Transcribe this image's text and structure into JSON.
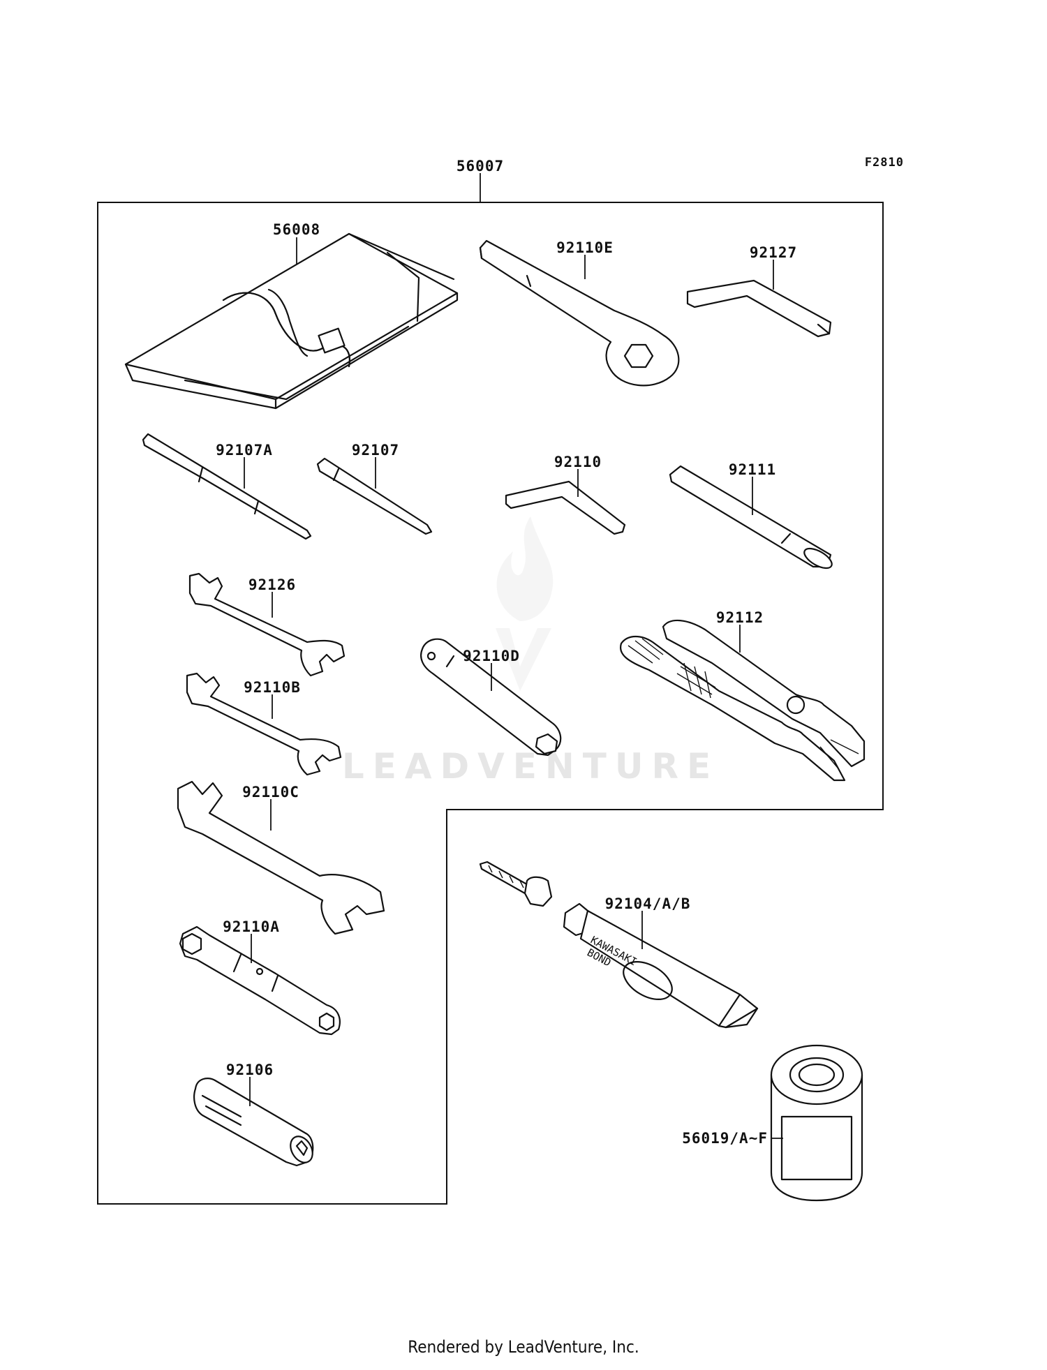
{
  "diagram_code": "F2810",
  "watermark": "LEADVENTURE",
  "footer": "Rendered by LeadVenture, Inc.",
  "tube_print": [
    "KAWASAKI",
    "BOND"
  ],
  "parts": {
    "toolkit": "56007",
    "tool_bag": "56008",
    "ring_wrench": "92110E",
    "hex_wrench_large": "92127",
    "screwdriver_a": "92107A",
    "screwdriver": "92107",
    "hex_wrench": "92110",
    "extension_bar": "92111",
    "wrench_92126": "92126",
    "wrench_92110B": "92110B",
    "wrench_92110C": "92110C",
    "socket_wrench_92110A": "92110A",
    "plug_wrench_92106": "92106",
    "socket_92110D": "92110D",
    "pliers": "92112",
    "bond_tube": "92104/A/B",
    "oil_filter": "56019/A~F"
  }
}
